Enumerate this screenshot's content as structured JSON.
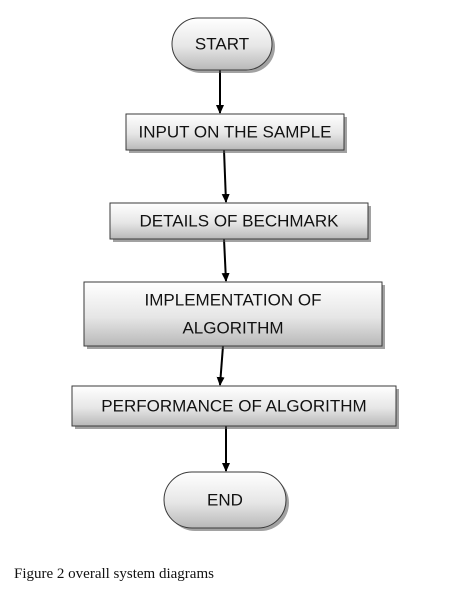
{
  "diagram": {
    "nodes": [
      {
        "id": "start",
        "shape": "terminal",
        "lines": [
          "START"
        ]
      },
      {
        "id": "input",
        "shape": "process",
        "lines": [
          "INPUT ON THE SAMPLE"
        ]
      },
      {
        "id": "details",
        "shape": "process",
        "lines": [
          "DETAILS OF BECHMARK"
        ]
      },
      {
        "id": "implementation",
        "shape": "process",
        "lines": [
          "IMPLEMENTATION OF",
          "ALGORITHM"
        ]
      },
      {
        "id": "performance",
        "shape": "process",
        "lines": [
          "PERFORMANCE OF ALGORITHM"
        ]
      },
      {
        "id": "end",
        "shape": "terminal",
        "lines": [
          "END"
        ]
      }
    ],
    "edges": [
      {
        "from": "start",
        "to": "input"
      },
      {
        "from": "input",
        "to": "details"
      },
      {
        "from": "details",
        "to": "implementation"
      },
      {
        "from": "implementation",
        "to": "performance"
      },
      {
        "from": "performance",
        "to": "end"
      }
    ]
  },
  "caption": "Figure 2 overall system diagrams",
  "colors": {
    "box_light": "#ffffff",
    "box_dark": "#b8b8b8",
    "outline": "#3a3a3a",
    "shadow": "#555555",
    "arrow": "#000000",
    "text": "#111111"
  }
}
